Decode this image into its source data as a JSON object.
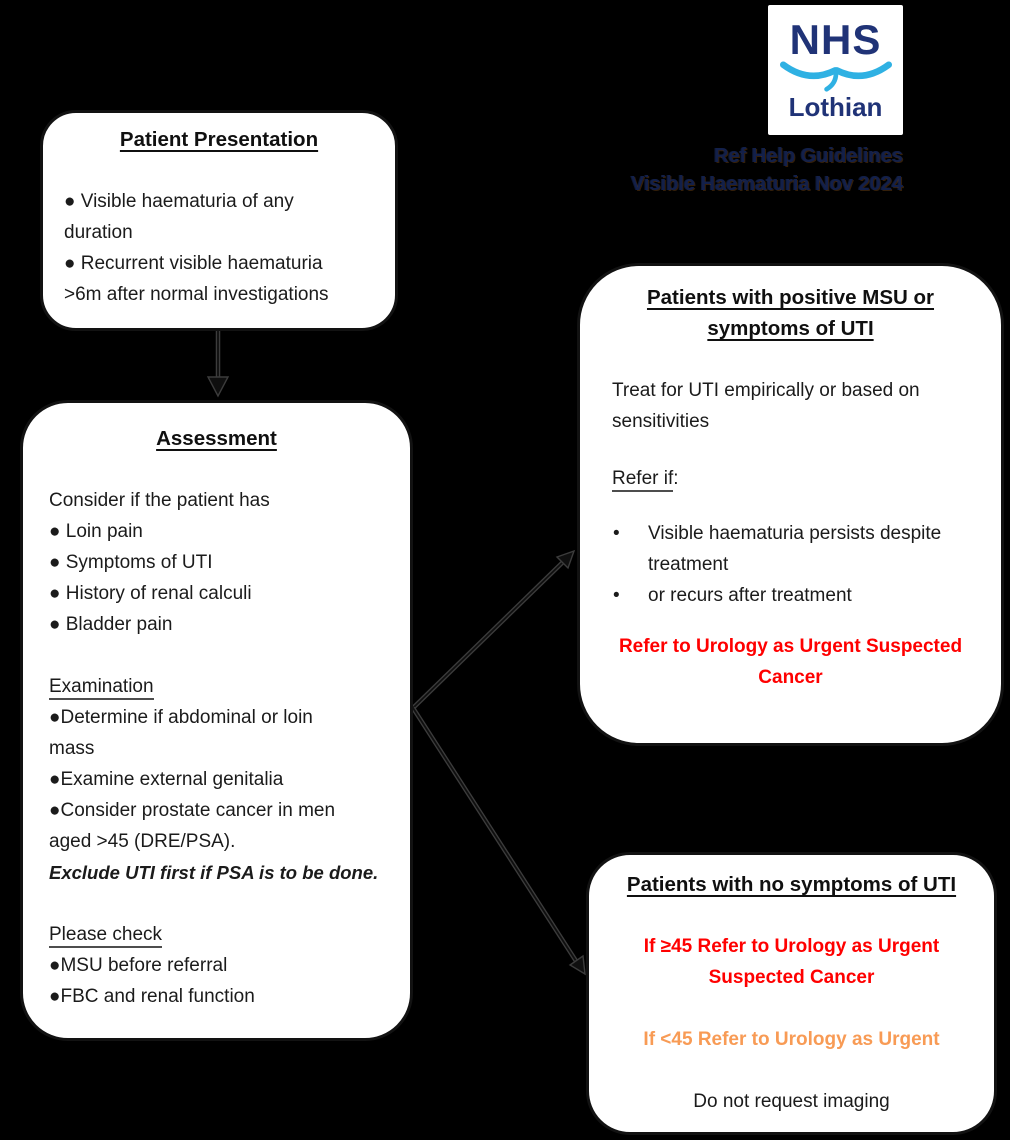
{
  "header": {
    "logo": {
      "line1": "NHS",
      "line2": "Lothian"
    },
    "caption_line1": "Ref Help Guidelines",
    "caption_line2": "Visible Haematuria Nov 2024"
  },
  "colors": {
    "background": "#000000",
    "box_fill": "#ffffff",
    "text": "#1b1b1b",
    "navy": "#203377",
    "swoosh": "#2fb1e3",
    "caption": "#13204a",
    "red": "#ff0000",
    "orange": "#f89b55"
  },
  "boxes": [
    {
      "id": "patient-presentation",
      "title": "Patient Presentation",
      "content": [
        {
          "s": "gap"
        },
        {
          "s": "body",
          "t": "● Visible haematuria of any"
        },
        {
          "s": "body",
          "t": "duration"
        },
        {
          "s": "body",
          "t": "● Recurrent visible haematuria"
        },
        {
          "s": "body",
          "t": ">6m after normal investigations"
        }
      ]
    },
    {
      "id": "assessment",
      "title": "Assessment",
      "content": [
        {
          "s": "gap"
        },
        {
          "s": "body",
          "t": "Consider if the patient has"
        },
        {
          "s": "body",
          "t": "● Loin pain"
        },
        {
          "s": "body",
          "t": "● Symptoms of UTI"
        },
        {
          "s": "body",
          "t": "● History of renal calculi"
        },
        {
          "s": "body",
          "t": "● Bladder pain"
        },
        {
          "s": "gap"
        },
        {
          "s": "heading",
          "u": "Examination",
          "t": ""
        },
        {
          "s": "body",
          "t": "●Determine if abdominal or loin"
        },
        {
          "s": "body",
          "t": "mass"
        },
        {
          "s": "body",
          "t": "●Examine external genitalia"
        },
        {
          "s": "body",
          "t": "●Consider prostate cancer in men"
        },
        {
          "s": "body",
          "t": "aged >45 (DRE/PSA)."
        },
        {
          "s": "bold-italic",
          "t": "Exclude UTI first if PSA is to be done."
        },
        {
          "s": "gap"
        },
        {
          "s": "heading",
          "u": "Please check",
          "t": ""
        },
        {
          "s": "body",
          "t": "●MSU before referral"
        },
        {
          "s": "body",
          "t": "●FBC and renal function"
        }
      ]
    },
    {
      "id": "positive-msu",
      "title": "Patients with positive MSU or",
      "title2": "symptoms of UTI",
      "content": [
        {
          "s": "gap"
        },
        {
          "s": "body",
          "t": "Treat for UTI empirically or based on"
        },
        {
          "s": "body",
          "t": "sensitivities"
        },
        {
          "s": "gap-md"
        },
        {
          "s": "heading",
          "u": "Refer if",
          "t": ":"
        },
        {
          "s": "gap-sm"
        },
        {
          "s": "bullet2",
          "t": "Visible haematuria persists despite"
        },
        {
          "s": "bullet2-cont",
          "t": "treatment"
        },
        {
          "s": "bullet2",
          "t": "or recurs after treatment"
        },
        {
          "s": "gap-xs"
        },
        {
          "s": "red-center",
          "t": "Refer to Urology as Urgent Suspected"
        },
        {
          "s": "red-center",
          "t": "Cancer"
        }
      ]
    },
    {
      "id": "no-symptoms",
      "title": "Patients with no symptoms of UTI",
      "content": [
        {
          "s": "gap"
        },
        {
          "s": "red-center",
          "t": "If ≥45 Refer to Urology as Urgent"
        },
        {
          "s": "red-center",
          "t": "Suspected Cancer"
        },
        {
          "s": "gap"
        },
        {
          "s": "orange-center",
          "t": "If <45 Refer to Urology as Urgent"
        },
        {
          "s": "gap"
        },
        {
          "s": "center",
          "t": "Do not request imaging"
        }
      ]
    }
  ]
}
